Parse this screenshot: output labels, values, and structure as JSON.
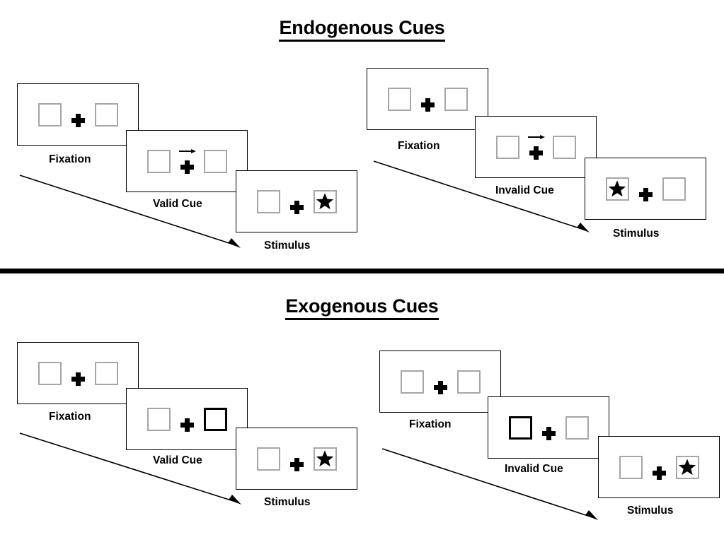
{
  "sections": [
    {
      "id": "endogenous",
      "title": "Endogenous Cues",
      "groups": [
        {
          "id": "endogenous-valid",
          "condition": "valid",
          "panels": [
            {
              "stage": "Fixation",
              "caption": "Fixation",
              "left_box": "empty",
              "right_box": "empty",
              "cue": "none",
              "cue_icon": "none"
            },
            {
              "stage": "Cue",
              "caption": "Valid Cue",
              "left_box": "empty",
              "right_box": "empty",
              "cue": "arrow-right",
              "cue_icon": "arrow-right-icon"
            },
            {
              "stage": "Stimulus",
              "caption": "Stimulus",
              "left_box": "empty",
              "right_box": "star",
              "cue": "none",
              "cue_icon": "star-icon"
            }
          ]
        },
        {
          "id": "endogenous-invalid",
          "condition": "invalid",
          "panels": [
            {
              "stage": "Fixation",
              "caption": "Fixation",
              "left_box": "empty",
              "right_box": "empty",
              "cue": "none",
              "cue_icon": "none"
            },
            {
              "stage": "Cue",
              "caption": "Invalid Cue",
              "left_box": "empty",
              "right_box": "empty",
              "cue": "arrow-right",
              "cue_icon": "arrow-right-icon"
            },
            {
              "stage": "Stimulus",
              "caption": "Stimulus",
              "left_box": "star",
              "right_box": "empty",
              "cue": "none",
              "cue_icon": "star-icon"
            }
          ]
        }
      ]
    },
    {
      "id": "exogenous",
      "title": "Exogenous Cues",
      "groups": [
        {
          "id": "exogenous-valid",
          "condition": "valid",
          "panels": [
            {
              "stage": "Fixation",
              "caption": "Fixation",
              "left_box": "empty",
              "right_box": "empty",
              "cue": "none",
              "cue_icon": "none"
            },
            {
              "stage": "Cue",
              "caption": "Valid Cue",
              "left_box": "empty",
              "right_box": "highlighted",
              "cue": "box-flash-right",
              "cue_icon": "highlighted-box-icon"
            },
            {
              "stage": "Stimulus",
              "caption": "Stimulus",
              "left_box": "empty",
              "right_box": "star",
              "cue": "none",
              "cue_icon": "star-icon"
            }
          ]
        },
        {
          "id": "exogenous-invalid",
          "condition": "invalid",
          "panels": [
            {
              "stage": "Fixation",
              "caption": "Fixation",
              "left_box": "empty",
              "right_box": "empty",
              "cue": "none",
              "cue_icon": "none"
            },
            {
              "stage": "Cue",
              "caption": "Invalid Cue",
              "left_box": "highlighted",
              "right_box": "empty",
              "cue": "box-flash-left",
              "cue_icon": "highlighted-box-icon"
            },
            {
              "stage": "Stimulus",
              "caption": "Stimulus",
              "left_box": "empty",
              "right_box": "star",
              "cue": "none",
              "cue_icon": "star-icon"
            }
          ]
        }
      ]
    }
  ],
  "colors": {
    "box_border": "#a6a6a6",
    "cued_box_border": "#000000",
    "frame_border": "#000000",
    "text": "#000000",
    "background": "#ffffff",
    "divider": "#000000"
  }
}
